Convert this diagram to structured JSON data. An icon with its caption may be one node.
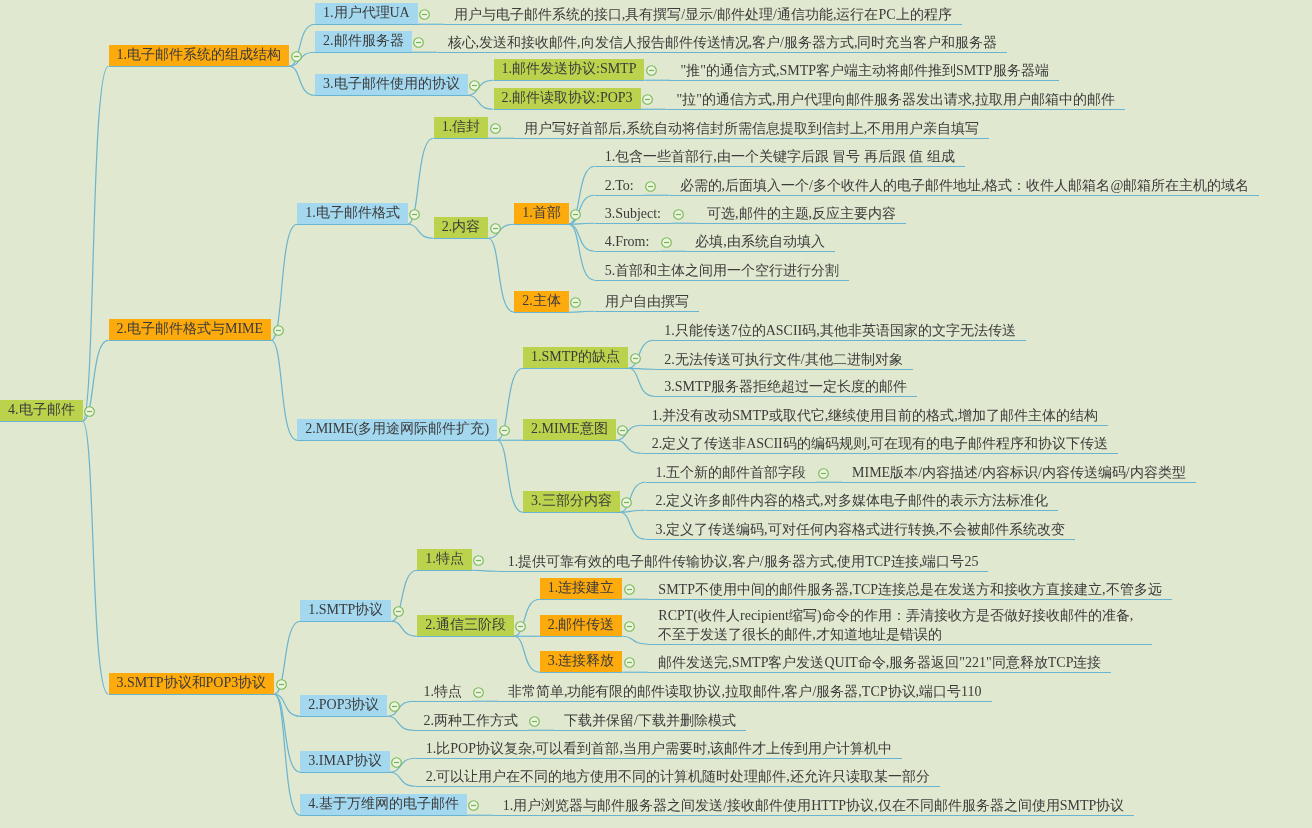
{
  "diagram": {
    "nodes": [
      {
        "text": [
          "4.电子邮件"
        ]
      },
      {
        "text": [
          "1.电子邮件系统的组成结构"
        ]
      },
      {
        "text": [
          "1.用户代理UA"
        ]
      },
      {
        "text": [
          "用户与电子邮件系统的接口,具有撰写/显示/邮件处理/通信功能,运行在PC上的程序"
        ]
      },
      {
        "text": [
          "2.邮件服务器"
        ]
      },
      {
        "text": [
          "核心,发送和接收邮件,向发信人报告邮件传送情况,客户/服务器方式,同时充当客户和服务器"
        ]
      },
      {
        "text": [
          "3.电子邮件使用的协议"
        ]
      },
      {
        "text": [
          "1.邮件发送协议:SMTP"
        ]
      },
      {
        "text": [
          "\"推\"的通信方式,SMTP客户端主动将邮件推到SMTP服务器端"
        ]
      },
      {
        "text": [
          "2.邮件读取协议:POP3"
        ]
      },
      {
        "text": [
          "\"拉\"的通信方式,用户代理向邮件服务器发出请求,拉取用户邮箱中的邮件"
        ]
      },
      {
        "text": [
          "2.电子邮件格式与MIME"
        ]
      },
      {
        "text": [
          "1.电子邮件格式"
        ]
      },
      {
        "text": [
          "1.信封"
        ]
      },
      {
        "text": [
          "用户写好首部后,系统自动将信封所需信息提取到信封上,不用用户亲自填写"
        ]
      },
      {
        "text": [
          "2.内容"
        ]
      },
      {
        "text": [
          "1.首部"
        ]
      },
      {
        "text": [
          "1.包含一些首部行,由一个关键字后跟 冒号 再后跟 值 组成"
        ]
      },
      {
        "text": [
          "2.To:"
        ]
      },
      {
        "text": [
          "必需的,后面填入一个/多个收件人的电子邮件地址,格式：收件人邮箱名@邮箱所在主机的域名"
        ]
      },
      {
        "text": [
          "3.Subject:"
        ]
      },
      {
        "text": [
          "可选,邮件的主题,反应主要内容"
        ]
      },
      {
        "text": [
          "4.From:"
        ]
      },
      {
        "text": [
          "必填,由系统自动填入"
        ]
      },
      {
        "text": [
          "5.首部和主体之间用一个空行进行分割"
        ]
      },
      {
        "text": [
          "2.主体"
        ]
      },
      {
        "text": [
          "用户自由撰写"
        ]
      },
      {
        "text": [
          "2.MIME(多用途网际邮件扩充)"
        ]
      },
      {
        "text": [
          "1.SMTP的缺点"
        ]
      },
      {
        "text": [
          "1.只能传送7位的ASCII码,其他非英语国家的文字无法传送"
        ]
      },
      {
        "text": [
          "2.无法传送可执行文件/其他二进制对象"
        ]
      },
      {
        "text": [
          "3.SMTP服务器拒绝超过一定长度的邮件"
        ]
      },
      {
        "text": [
          "2.MIME意图"
        ]
      },
      {
        "text": [
          "1.并没有改动SMTP或取代它,继续使用目前的格式,增加了邮件主体的结构"
        ]
      },
      {
        "text": [
          "2.定义了传送非ASCII码的编码规则,可在现有的电子邮件程序和协议下传送"
        ]
      },
      {
        "text": [
          "3.三部分内容"
        ]
      },
      {
        "text": [
          "1.五个新的邮件首部字段"
        ]
      },
      {
        "text": [
          "MIME版本/内容描述/内容标识/内容传送编码/内容类型"
        ]
      },
      {
        "text": [
          "2.定义许多邮件内容的格式,对多媒体电子邮件的表示方法标准化"
        ]
      },
      {
        "text": [
          "3.定义了传送编码,可对任何内容格式进行转换,不会被邮件系统改变"
        ]
      },
      {
        "text": [
          "3.SMTP协议和POP3协议"
        ]
      },
      {
        "text": [
          "1.SMTP协议"
        ]
      },
      {
        "text": [
          "1.特点"
        ]
      },
      {
        "text": [
          "1.提供可靠有效的电子邮件传输协议,客户/服务器方式,使用TCP连接,端口号25"
        ]
      },
      {
        "text": [
          "2.通信三阶段"
        ]
      },
      {
        "text": [
          "1.连接建立"
        ]
      },
      {
        "text": [
          "SMTP不使用中间的邮件服务器,TCP连接总是在发送方和接收方直接建立,不管多远"
        ]
      },
      {
        "text": [
          "2.邮件传送"
        ]
      },
      {
        "text": [
          "RCPT(收件人recipient缩写)命令的作用：弄清接收方是否做好接收邮件的准备,不至于发送了很长的邮件,才知道地址是错误的"
        ]
      },
      {
        "text": [
          "3.连接释放"
        ]
      },
      {
        "text": [
          "邮件发送完,SMTP客户发送QUIT命令,服务器返回\"221\"同意释放TCP连接"
        ]
      },
      {
        "text": [
          "2.POP3协议"
        ]
      },
      {
        "text": [
          "1.特点"
        ]
      },
      {
        "text": [
          "非常简单,功能有限的邮件读取协议,拉取邮件,客户/服务器,TCP协议,端口号110"
        ]
      },
      {
        "text": [
          "2.两种工作方式"
        ]
      },
      {
        "text": [
          "下载并保留/下载并删除模式"
        ]
      },
      {
        "text": [
          "3.IMAP协议"
        ]
      },
      {
        "text": [
          "1.比POP协议复杂,可以看到首部,当用户需要时,该邮件才上传到用户计算机中"
        ]
      },
      {
        "text": [
          "2.可以让用户在不同的地方使用不同的计算机随时处理邮件,还允许只读取某一部分"
        ]
      },
      {
        "text": [
          "4.基于万维网的电子邮件"
        ]
      },
      {
        "text": [
          "1.用户浏览器与邮件服务器之间发送/接收邮件使用HTTP协议,仅在不同邮件服务器之间使用SMTP协议"
        ]
      }
    ],
    "edges": [
      {
        "from": 0,
        "to": 1,
        "arrow": "none"
      },
      {
        "from": 1,
        "to": 2,
        "arrow": "none"
      },
      {
        "from": 2,
        "to": 3,
        "arrow": "none"
      },
      {
        "from": 1,
        "to": 4,
        "arrow": "none"
      },
      {
        "from": 4,
        "to": 5,
        "arrow": "none"
      },
      {
        "from": 1,
        "to": 6,
        "arrow": "none"
      },
      {
        "from": 6,
        "to": 7,
        "arrow": "none"
      },
      {
        "from": 7,
        "to": 8,
        "arrow": "none"
      },
      {
        "from": 6,
        "to": 9,
        "arrow": "none"
      },
      {
        "from": 9,
        "to": 10,
        "arrow": "none"
      },
      {
        "from": 0,
        "to": 11,
        "arrow": "none"
      },
      {
        "from": 11,
        "to": 12,
        "arrow": "none"
      },
      {
        "from": 12,
        "to": 13,
        "arrow": "none"
      },
      {
        "from": 13,
        "to": 14,
        "arrow": "none"
      },
      {
        "from": 12,
        "to": 15,
        "arrow": "none"
      },
      {
        "from": 15,
        "to": 16,
        "arrow": "none"
      },
      {
        "from": 16,
        "to": 17,
        "arrow": "none"
      },
      {
        "from": 16,
        "to": 18,
        "arrow": "none"
      },
      {
        "from": 18,
        "to": 19,
        "arrow": "none"
      },
      {
        "from": 16,
        "to": 20,
        "arrow": "none"
      },
      {
        "from": 20,
        "to": 21,
        "arrow": "none"
      },
      {
        "from": 16,
        "to": 22,
        "arrow": "none"
      },
      {
        "from": 22,
        "to": 23,
        "arrow": "none"
      },
      {
        "from": 16,
        "to": 24,
        "arrow": "none"
      },
      {
        "from": 15,
        "to": 25,
        "arrow": "none"
      },
      {
        "from": 25,
        "to": 26,
        "arrow": "none"
      },
      {
        "from": 11,
        "to": 27,
        "arrow": "none"
      },
      {
        "from": 27,
        "to": 28,
        "arrow": "none"
      },
      {
        "from": 28,
        "to": 29,
        "arrow": "none"
      },
      {
        "from": 28,
        "to": 30,
        "arrow": "none"
      },
      {
        "from": 28,
        "to": 31,
        "arrow": "none"
      },
      {
        "from": 27,
        "to": 32,
        "arrow": "none"
      },
      {
        "from": 32,
        "to": 33,
        "arrow": "none"
      },
      {
        "from": 32,
        "to": 34,
        "arrow": "none"
      },
      {
        "from": 27,
        "to": 35,
        "arrow": "none"
      },
      {
        "from": 35,
        "to": 36,
        "arrow": "none"
      },
      {
        "from": 36,
        "to": 37,
        "arrow": "none"
      },
      {
        "from": 35,
        "to": 38,
        "arrow": "none"
      },
      {
        "from": 35,
        "to": 39,
        "arrow": "none"
      },
      {
        "from": 0,
        "to": 40,
        "arrow": "none"
      },
      {
        "from": 40,
        "to": 41,
        "arrow": "none"
      },
      {
        "from": 41,
        "to": 42,
        "arrow": "none"
      },
      {
        "from": 42,
        "to": 43,
        "arrow": "none"
      },
      {
        "from": 41,
        "to": 44,
        "arrow": "none"
      },
      {
        "from": 44,
        "to": 45,
        "arrow": "none"
      },
      {
        "from": 45,
        "to": 46,
        "arrow": "none"
      },
      {
        "from": 44,
        "to": 47,
        "arrow": "none"
      },
      {
        "from": 47,
        "to": 48,
        "arrow": "none"
      },
      {
        "from": 44,
        "to": 49,
        "arrow": "none"
      },
      {
        "from": 49,
        "to": 50,
        "arrow": "none"
      },
      {
        "from": 40,
        "to": 51,
        "arrow": "none"
      },
      {
        "from": 51,
        "to": 52,
        "arrow": "none"
      },
      {
        "from": 52,
        "to": 53,
        "arrow": "none"
      },
      {
        "from": 51,
        "to": 54,
        "arrow": "none"
      },
      {
        "from": 54,
        "to": 55,
        "arrow": "none"
      },
      {
        "from": 40,
        "to": 56,
        "arrow": "none"
      },
      {
        "from": 56,
        "to": 57,
        "arrow": "none"
      },
      {
        "from": 56,
        "to": 58,
        "arrow": "none"
      },
      {
        "from": 40,
        "to": 59,
        "arrow": "none"
      },
      {
        "from": 59,
        "to": 60,
        "arrow": "none"
      }
    ]
  }
}
